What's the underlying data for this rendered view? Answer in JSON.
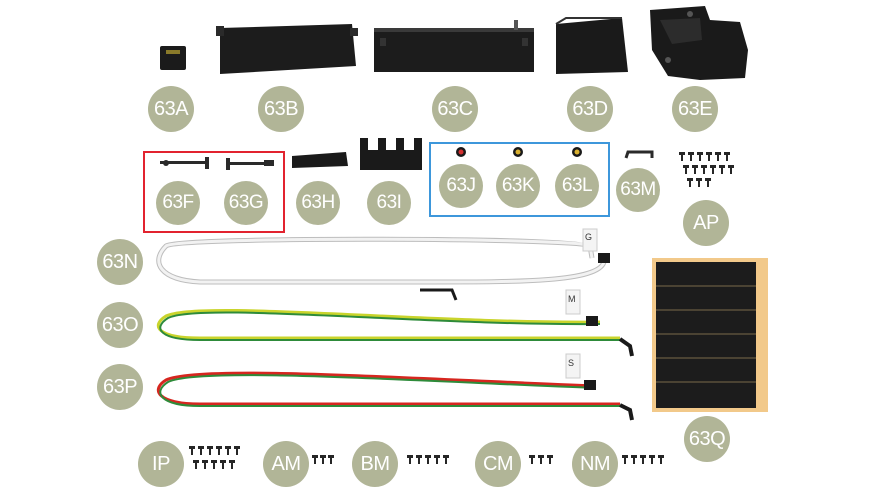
{
  "labels": {
    "a": "63A",
    "b": "63B",
    "c": "63C",
    "d": "63D",
    "e": "63E",
    "f": "63F",
    "g": "63G",
    "h": "63H",
    "i": "63I",
    "j": "63J",
    "k": "63K",
    "l": "63L",
    "m": "63M",
    "ap": "AP",
    "n": "63N",
    "o": "63O",
    "p": "63P",
    "q": "63Q",
    "ip": "IP",
    "am": "AM",
    "bm": "BM",
    "cm": "CM",
    "nm": "NM"
  },
  "cable_tags": {
    "n": "G",
    "o": "M",
    "p": "S"
  },
  "colors": {
    "badge": "#b1b597",
    "red_box": "#e2232f",
    "blue_box": "#3d97db",
    "cable_n": "#e6e6e6",
    "cable_o_a": "#c9d42c",
    "cable_o_b": "#2e8b3a",
    "cable_p_a": "#d6261f",
    "cable_p_b": "#2e8b3a",
    "panel_frame": "#f2c98a"
  },
  "screw_counts": {
    "ap": 15,
    "ip": 11,
    "am": 3,
    "bm": 5,
    "cm": 3,
    "nm": 5
  }
}
